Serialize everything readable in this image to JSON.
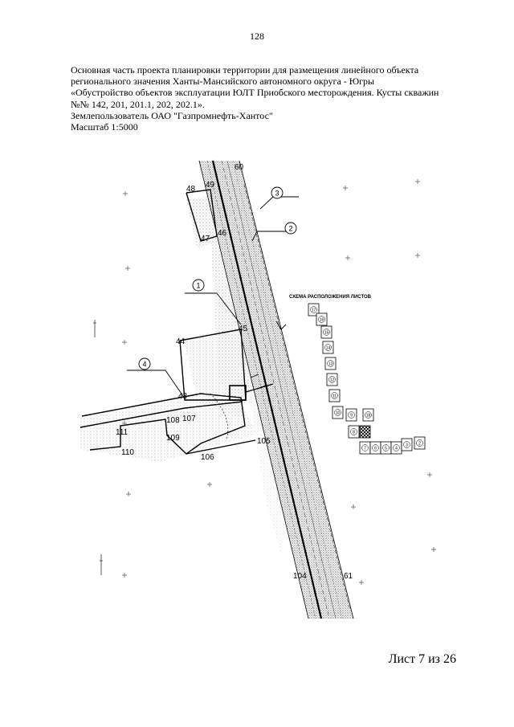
{
  "page_number": "128",
  "header": {
    "lines": [
      "Основная часть проекта планировки территории для размещения линейного объекта",
      "регионального значения Ханты-Мансийского автономного округа - Югры",
      "«Обустройство объектов эксплуатации ЮЛТ Приобского месторождения. Кусты скважин",
      "№№ 142, 201, 201.1, 202, 202.1».",
      "Землепользователь ОАО \"Газпромнефть-Хантос\"",
      "Масштаб 1:5000"
    ]
  },
  "map": {
    "point_labels": {
      "p60": "60",
      "p48": "48",
      "p49": "49",
      "p47": "47",
      "p46": "46",
      "p45": "45",
      "p44": "44",
      "p43": "43",
      "p111": "111",
      "p108": "108",
      "p107": "107",
      "p109": "109",
      "p110": "110",
      "p106": "106",
      "p105": "105",
      "p104": "104",
      "p61": "61"
    },
    "callouts": {
      "c1": "1",
      "c2": "2",
      "c3": "3",
      "c4": "4"
    },
    "inset_title": "СХЕМА РАСПОЛОЖЕНИЯ ЛИСТОВ",
    "inset_sheets": [
      "17",
      "16",
      "15",
      "14",
      "13",
      "12",
      "11",
      "10",
      "9",
      "8",
      "18",
      "7",
      "6",
      "5",
      "4",
      "3",
      "2",
      "1"
    ],
    "colors": {
      "line": "#000000",
      "hatch": "#9a9a9a"
    }
  },
  "footer": {
    "sheet_label": "Лист 7 из 26"
  }
}
